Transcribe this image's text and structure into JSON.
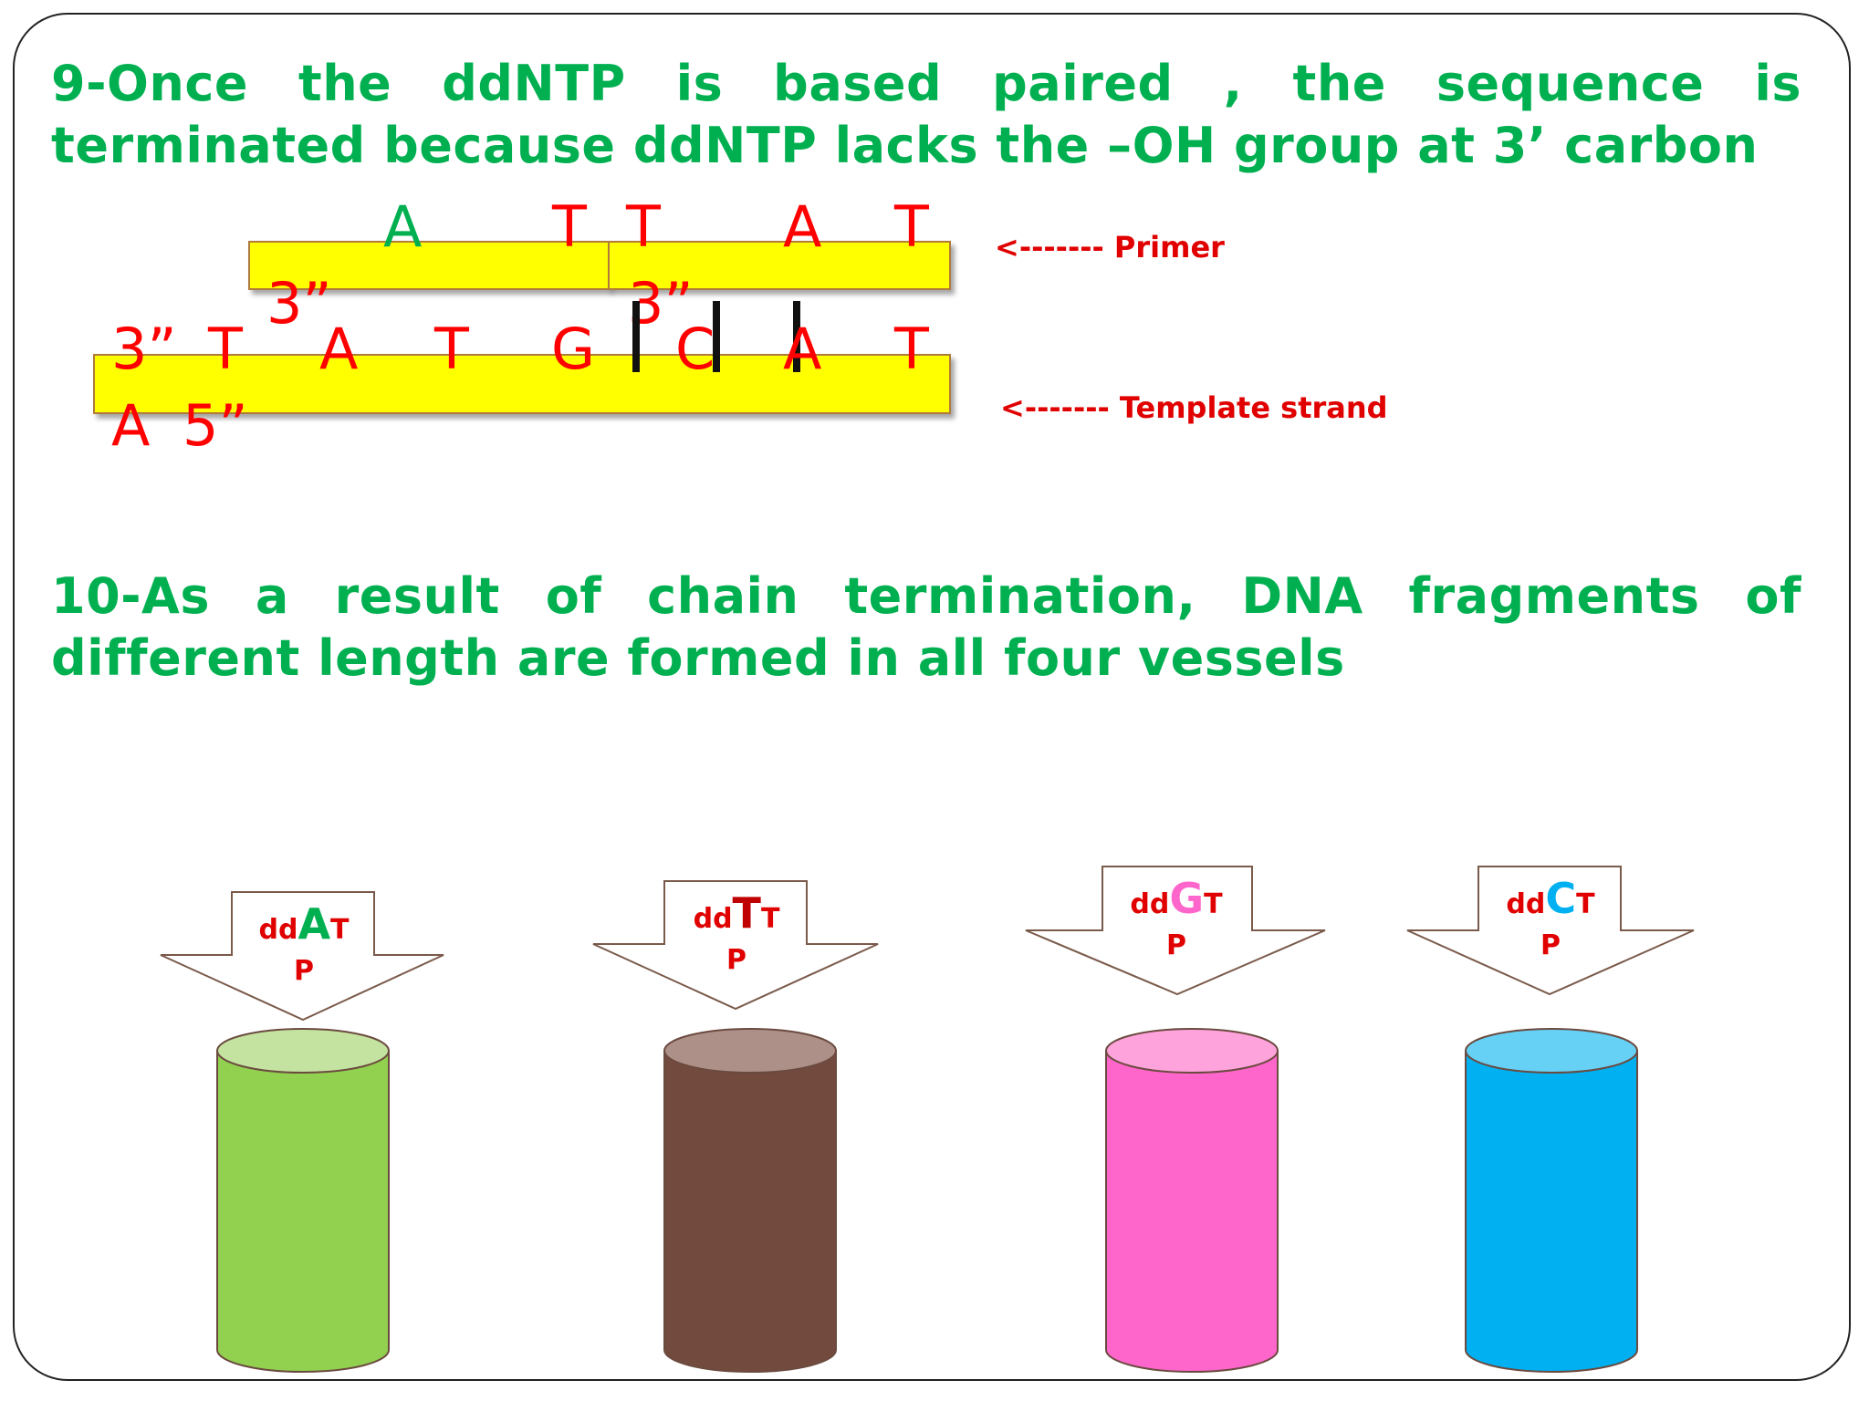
{
  "steps": {
    "step9": "9-Once the ddNTP is based paired , the sequence is terminated because ddNTP lacks the –OH group at 3’ carbon",
    "step10": "10-As a result of chain termination, DNA fragments of different length are formed in all four vessels"
  },
  "labels": {
    "primer": "<------- Primer",
    "template": "<------- Template strand"
  },
  "primer_bases": [
    "A",
    "T",
    "T",
    "A",
    "T"
  ],
  "primer_end_labels": [
    "3”",
    "3”"
  ],
  "template_bases": [
    "3”",
    "T",
    "A",
    "T",
    "G",
    "C",
    "A",
    "T"
  ],
  "template_end_labels": [
    "A",
    "5”"
  ],
  "vessels": [
    {
      "prefix": "dd",
      "nucleotide": "A",
      "suffix": "T",
      "p": "P",
      "nucleotide_color": "#00b050",
      "fill": "#92d050",
      "top": "#c4e3a0"
    },
    {
      "prefix": "dd",
      "nucleotide": "T",
      "suffix": "T",
      "p": "P",
      "nucleotide_color": "#c00000",
      "fill": "#734b3e",
      "top": "#ad9189"
    },
    {
      "prefix": "dd",
      "nucleotide": "G",
      "suffix": "T",
      "p": "P",
      "nucleotide_color": "#ff66cc",
      "fill": "#ff66cc",
      "top": "#ffa3dd"
    },
    {
      "prefix": "dd",
      "nucleotide": "C",
      "suffix": "T",
      "p": "P",
      "nucleotide_color": "#00b0f0",
      "fill": "#00b0f0",
      "top": "#66d0f5"
    }
  ],
  "colors": {
    "heading": "#00b050",
    "base_text": "#ff0000",
    "strand_fill": "#ffff00",
    "label_text": "#e00000"
  }
}
